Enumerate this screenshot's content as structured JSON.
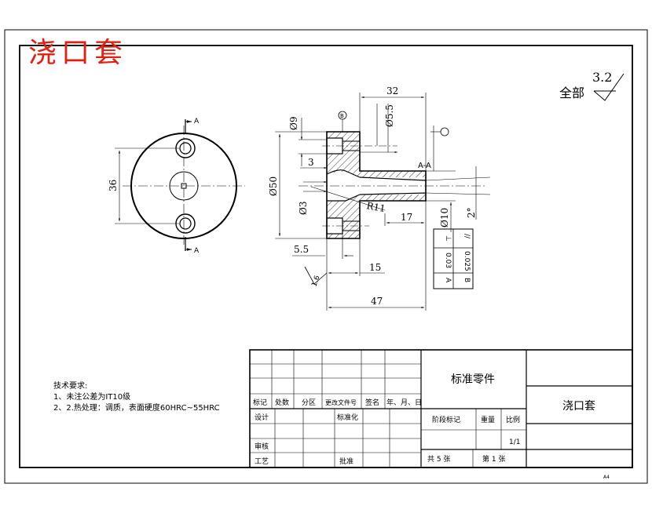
{
  "title": "浇口套",
  "roughness": {
    "label": "全部",
    "value": "3.2"
  },
  "section_label": "A-A",
  "cut_marker": "A",
  "dimensions": {
    "d36": "36",
    "d32": "32",
    "d9": "Ø9",
    "d5_5_hole": "Ø5.5",
    "d50": "Ø50",
    "d3_top": "3",
    "d3_left": "Ø3",
    "r11": "R11",
    "d17": "17",
    "d10": "Ø10",
    "angle": "2°",
    "d5_5": "5.5",
    "d15": "15",
    "d47": "47",
    "rough16": "1.6",
    "datum": "B"
  },
  "tolerance_table": {
    "row1": [
      "⊥",
      "0.03",
      "A"
    ],
    "row2": [
      "//",
      "0.025",
      "B"
    ]
  },
  "notes": {
    "heading": "技术要求:",
    "line1": "1、未注公差为IT10级",
    "line2": "2、2.热处理：调质，表面硬度60HRC~55HRC"
  },
  "title_block": {
    "std_part": "标准零件",
    "part_name": "浇口套",
    "h_mark": "标记",
    "h_count": "处数",
    "h_zone": "分区",
    "h_doc": "更改文件号",
    "h_sign": "签名",
    "h_date": "年、月、日",
    "design": "设计",
    "standardize": "标准化",
    "check": "审核",
    "process": "工艺",
    "approve": "批准",
    "stage": "阶段标记",
    "weight": "重量",
    "scale_label": "比例",
    "scale": "1/1",
    "total_sheets": "共  5  张",
    "sheet_no": "第  1  张",
    "paper": "A4"
  }
}
